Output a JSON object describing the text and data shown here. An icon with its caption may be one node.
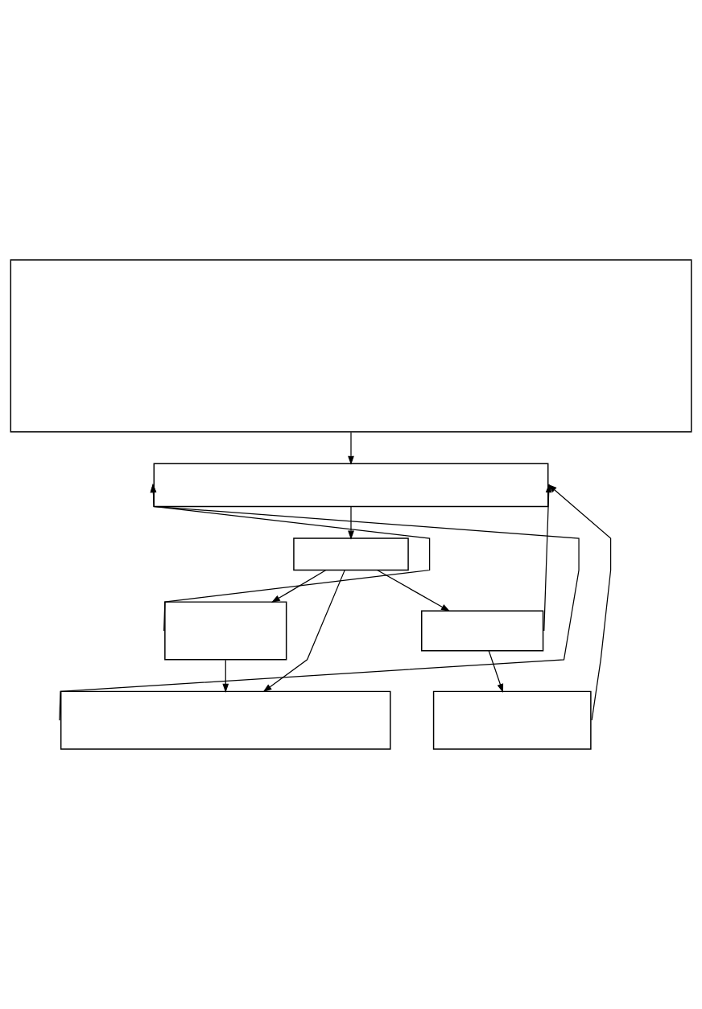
{
  "diagram": {
    "nodes": [
      {
        "text": [],
        "shape": "box"
      },
      {
        "text": [],
        "shape": "box"
      },
      {
        "text": [],
        "shape": "box"
      },
      {
        "text": [],
        "shape": "box"
      },
      {
        "text": [],
        "shape": "box"
      },
      {
        "text": [],
        "shape": "box"
      },
      {
        "text": [],
        "shape": "box"
      }
    ],
    "edges": [
      {
        "from": 0,
        "to": 1,
        "arrow": "to"
      },
      {
        "from": 1,
        "to": 2,
        "arrow": "to"
      },
      {
        "from": 2,
        "to": 3,
        "arrow": "to"
      },
      {
        "from": 2,
        "to": 4,
        "arrow": "to"
      },
      {
        "from": 2,
        "to": 5,
        "arrow": "to"
      },
      {
        "from": 3,
        "to": 5,
        "arrow": "to"
      },
      {
        "from": 4,
        "to": 6,
        "arrow": "to"
      },
      {
        "from": 3,
        "to": 1,
        "arrow": "to"
      },
      {
        "from": 5,
        "to": 1,
        "arrow": "to"
      },
      {
        "from": 4,
        "to": 1,
        "arrow": "to"
      },
      {
        "from": 6,
        "to": 1,
        "arrow": "to"
      }
    ]
  }
}
